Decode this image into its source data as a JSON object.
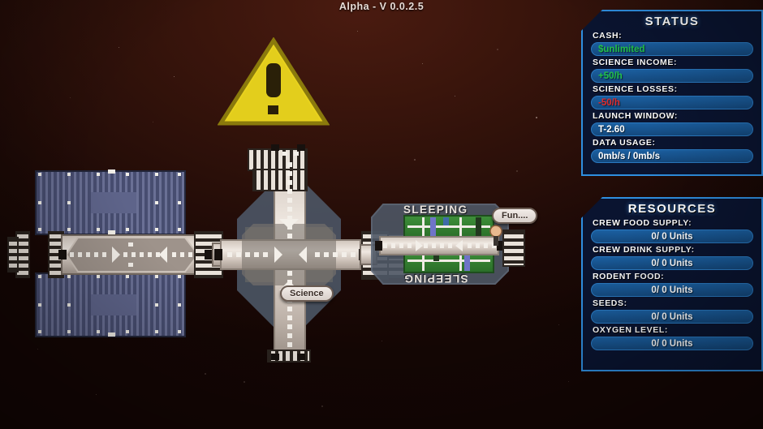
{
  "window": {
    "title": "Alpha - V 0.0.2.5"
  },
  "status_panel": {
    "title": "STATUS",
    "rows": [
      {
        "label": "CASH:",
        "value": "$unlimited",
        "tone": "green",
        "align": "left"
      },
      {
        "label": "SCIENCE INCOME:",
        "value": "+50/h",
        "tone": "green",
        "align": "left"
      },
      {
        "label": "SCIENCE LOSSES:",
        "value": "-50/h",
        "tone": "red",
        "align": "left"
      },
      {
        "label": "LAUNCH WINDOW:",
        "value": "T-2.60",
        "tone": "white",
        "align": "left"
      },
      {
        "label": "DATA USAGE:",
        "value": "0mb/s / 0mb/s",
        "tone": "white",
        "align": "left"
      }
    ]
  },
  "resources_panel": {
    "title": "RESOURCES",
    "rows": [
      {
        "label": "CREW FOOD SUPPLY:",
        "value": "0/ 0 Units"
      },
      {
        "label": "CREW DRINK SUPPLY:",
        "value": "0/ 0 Units"
      },
      {
        "label": "RODENT FOOD:",
        "value": "0/ 0 Units"
      },
      {
        "label": "SEEDS:",
        "value": "0/ 0 Units"
      },
      {
        "label": "OXYGEN LEVEL:",
        "value": "0/ 0 Units"
      }
    ]
  },
  "alerts": {
    "warning_icon": "warning-triangle-exclamation"
  },
  "station": {
    "tooltips": [
      {
        "id": "science",
        "text": "Science"
      },
      {
        "id": "fun",
        "text": "Fun...."
      }
    ],
    "module_labels": [
      {
        "id": "sleeping-top",
        "text": "SLEEPING"
      },
      {
        "id": "sleeping-bottom",
        "text": "SLEEPING"
      }
    ]
  },
  "colors": {
    "panel_border": "#2f8fe0",
    "panel_bg": "#0a1430",
    "value_bg": "#1b5fa0",
    "positive": "#22c24a",
    "negative": "#e02a2a",
    "warning": "#e8d21e",
    "space_bg": "#2a0f09"
  }
}
